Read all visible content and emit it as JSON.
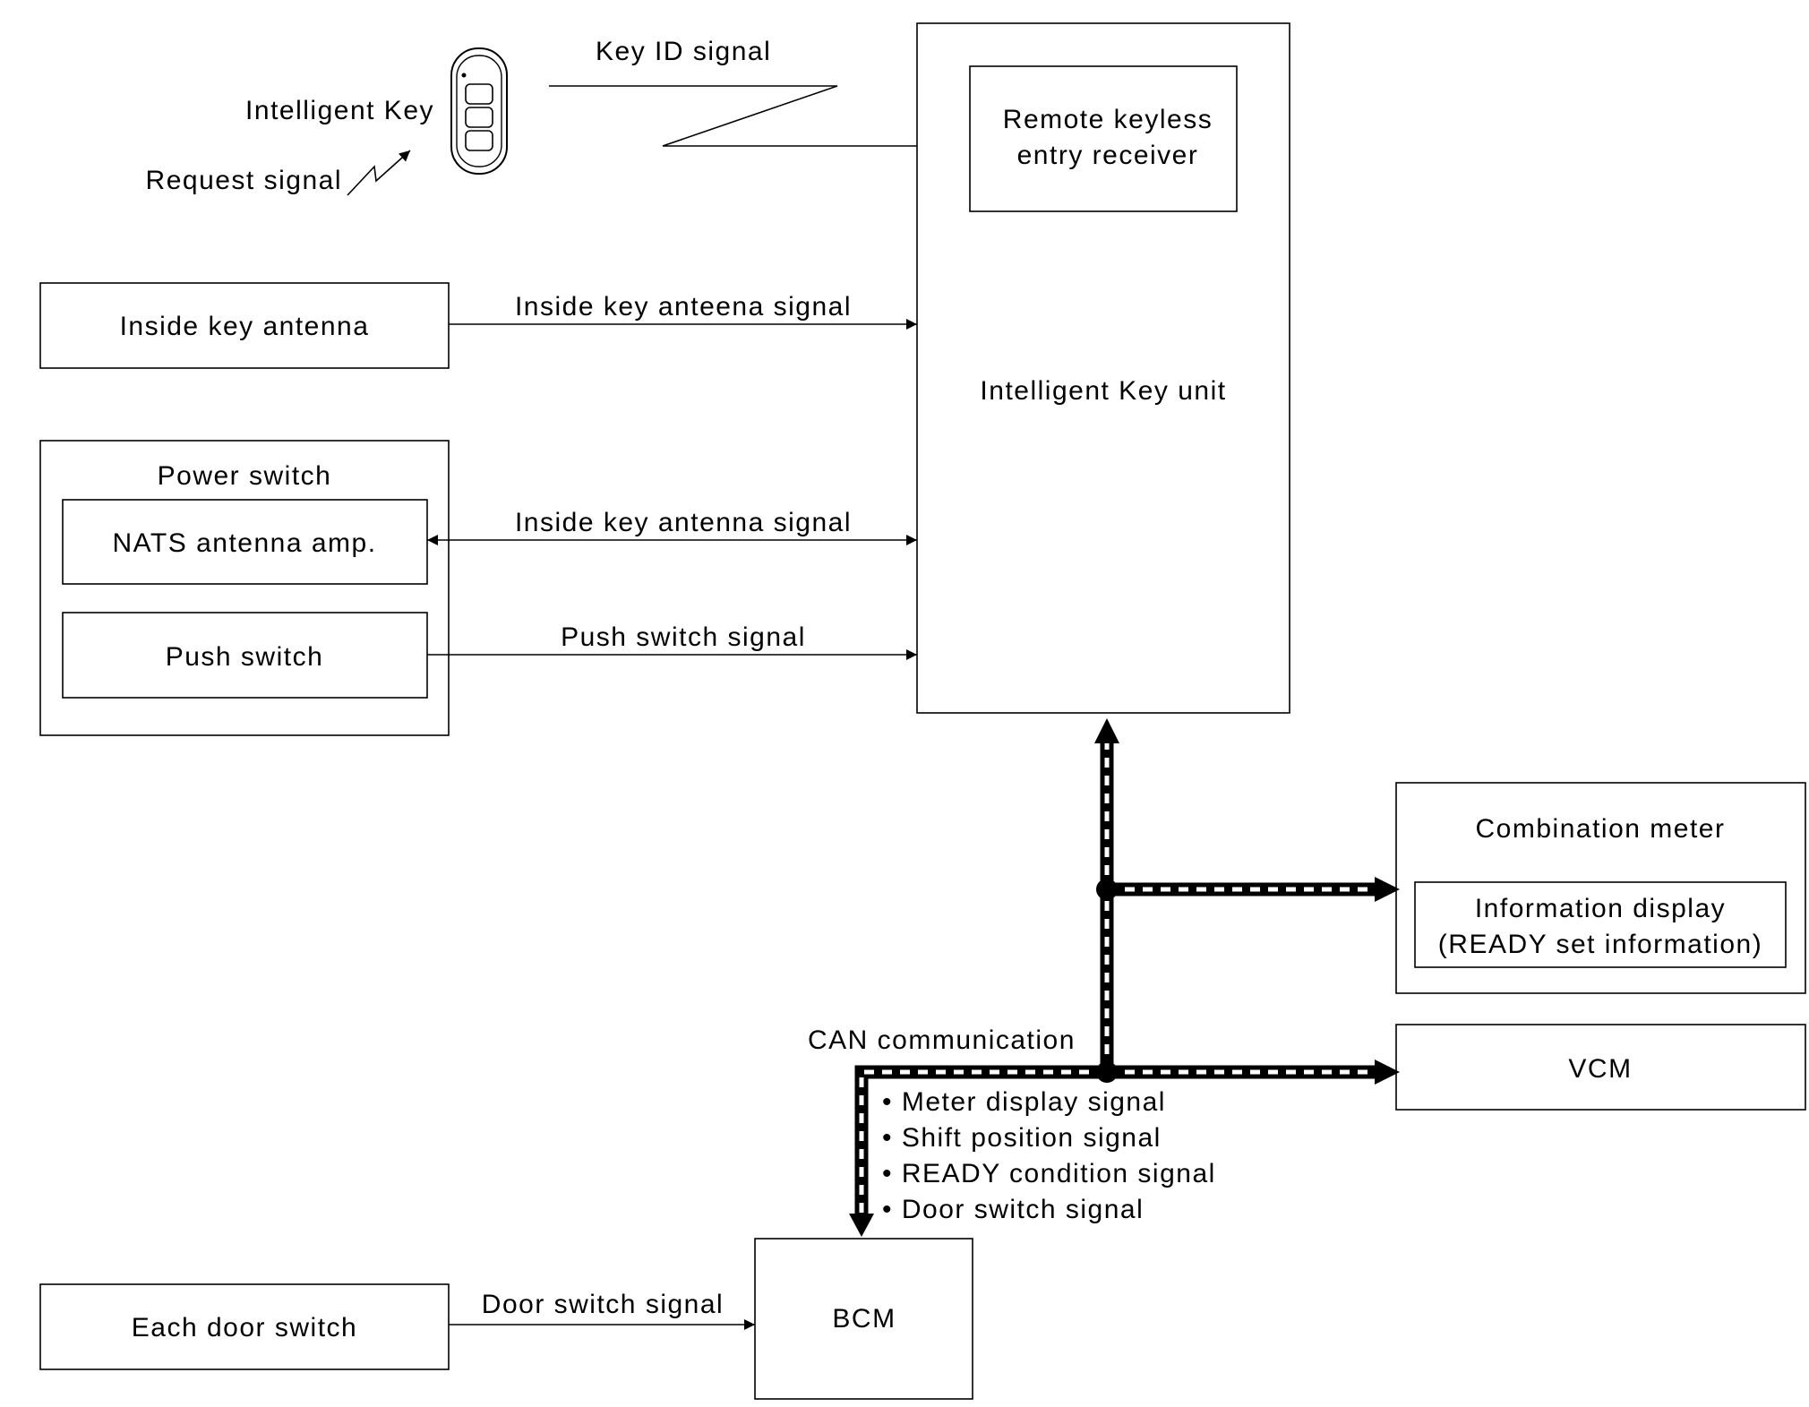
{
  "intelligent_key": {
    "label": "Intelligent Key",
    "request_signal": "Request signal",
    "key_id_signal": "Key ID signal"
  },
  "intelligent_key_unit": {
    "label": "Intelligent Key unit",
    "receiver": [
      "Remote keyless",
      "entry receiver"
    ]
  },
  "inside_key_antenna": {
    "label": "Inside key antenna",
    "signal": "Inside key anteena signal"
  },
  "power_switch": {
    "label": "Power switch",
    "nats_amp": "NATS antenna amp.",
    "nats_signal": "Inside key antenna signal",
    "push_switch": "Push switch",
    "push_signal": "Push switch signal"
  },
  "combination_meter": {
    "label": "Combination meter",
    "info_display": [
      "Information display",
      "(READY set information)"
    ]
  },
  "vcm": {
    "label": "VCM"
  },
  "can": {
    "label": "CAN communication",
    "signals": [
      "• Meter display signal",
      "• Shift position signal",
      "• READY condition signal",
      "• Door switch signal"
    ]
  },
  "bcm": {
    "label": "BCM"
  },
  "door_switch": {
    "label": "Each door switch",
    "signal": "Door switch signal"
  }
}
